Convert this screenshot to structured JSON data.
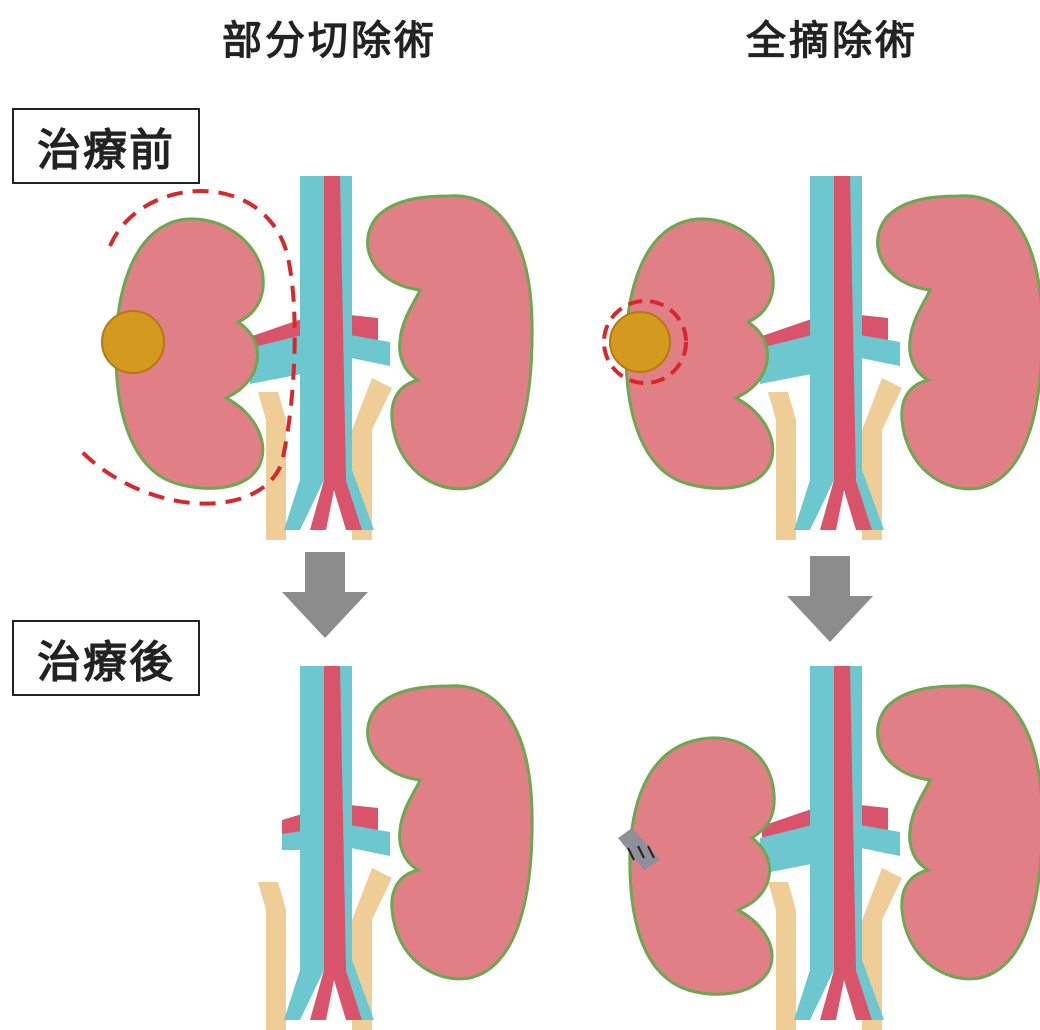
{
  "columns": {
    "partial": "部分切除術",
    "radical": "全摘除術"
  },
  "rows": {
    "before": "治療前",
    "after": "治療後"
  },
  "colors": {
    "kidney": "#e07f85",
    "kidney_edge": "#6ba84f",
    "vein": "#6cc7cf",
    "artery": "#d9536b",
    "ureter": "#efcd97",
    "tumor": "#d49a1f",
    "dashed_circle": "#d8262b",
    "arrow": "#8c8c8c"
  }
}
